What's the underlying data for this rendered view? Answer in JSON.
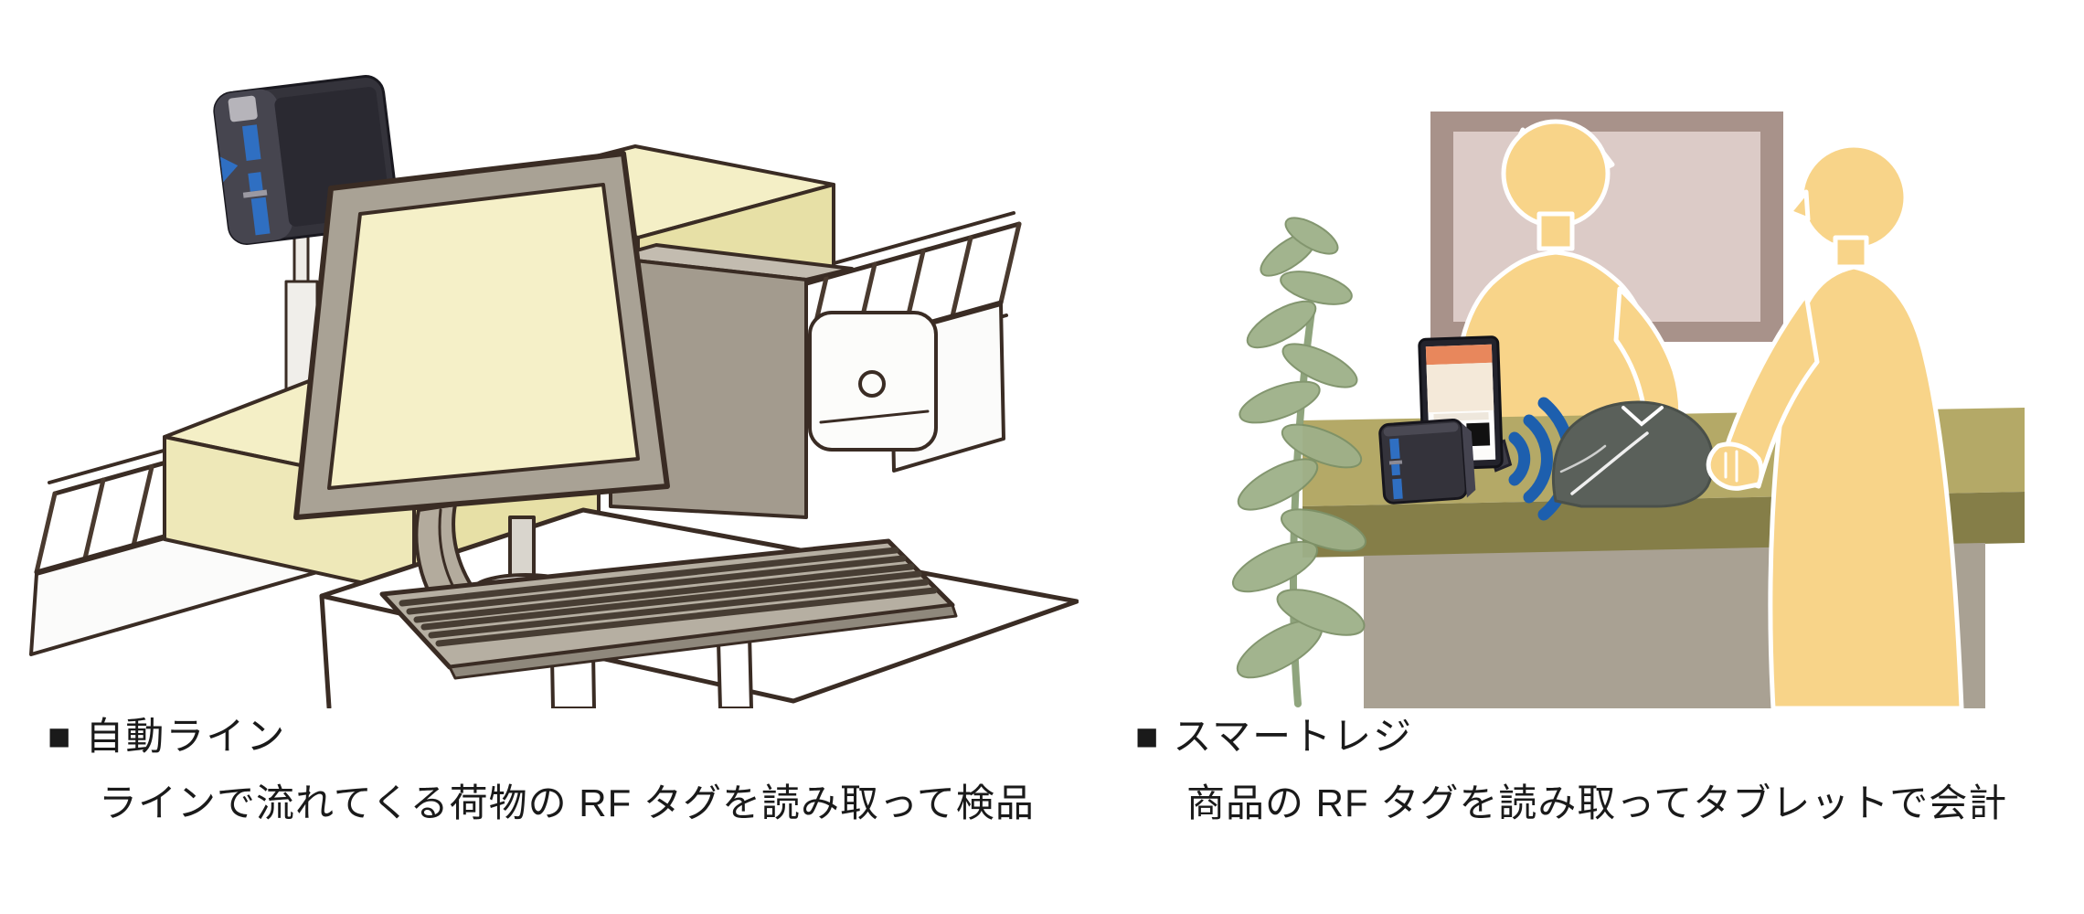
{
  "figure": {
    "left": {
      "bullet": "■",
      "title": "自動ライン",
      "description": "ラインで流れてくる荷物の RF タグを読み取って検品"
    },
    "right": {
      "bullet": "■",
      "title": "スマートレジ",
      "description": "商品の RF タグを読み取ってタブレットで会計"
    }
  },
  "colors": {
    "signal-blue": "#1d5fae",
    "reader-dark": "#34333b",
    "reader-accent-blue": "#2f6fc2",
    "carton-top": "#f4efc6",
    "carton-front": "#eee8b8",
    "carton-side": "#e7e0a6",
    "outline-brown": "#3a2c24",
    "monitor-screen": "#f5f0c8",
    "device-taupe": "#a9a295",
    "person-yellow": "#f8d489",
    "counter-top": "#b4a967",
    "counter-edge": "#857e48",
    "counter-base": "#a9a193",
    "plant-green": "#9eb089",
    "frame-brown": "#a8928a",
    "frame-inner": "#dccbc7",
    "garment-grey": "#5a605a",
    "tablet-header-orange": "#e8875c",
    "tablet-body-cream": "#f4e9d9",
    "text-black": "#1a1a1a"
  }
}
